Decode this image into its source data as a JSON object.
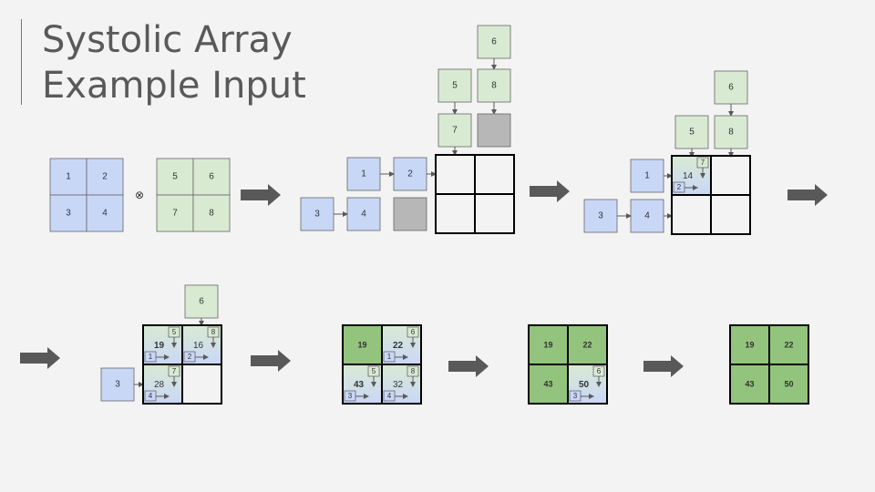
{
  "title_lines": [
    "Systolic Array",
    "Example Input"
  ],
  "colors": {
    "background": "#f3f3f3",
    "blue_box": "#c9d7f7",
    "green_box": "#d9ead3",
    "result_green": "#93c47d",
    "gray_box": "#b7b7b7",
    "partial_gradient_top": "#d9ead3",
    "partial_gradient_bottom": "#c9d7f7",
    "arrow": "#595959",
    "grid": "#000000"
  },
  "matrix_a": [
    "1",
    "2",
    "3",
    "4"
  ],
  "multiply_sign": "⊗",
  "matrix_b": [
    "5",
    "6",
    "7",
    "8"
  ],
  "step1": {
    "top_inputs": [
      "6",
      "5",
      "8",
      "7"
    ],
    "left_inputs": [
      "1",
      "2",
      "3",
      "4"
    ]
  },
  "step2": {
    "top_inputs": [
      "6",
      "5",
      "8"
    ],
    "left_inputs": [
      "1",
      "3",
      "4"
    ],
    "cell_value": "14",
    "cell_in_top": "7",
    "cell_in_left": "2"
  },
  "step3": {
    "top_input": "6",
    "left_input": "3",
    "cells": [
      {
        "value": "19",
        "top": "5",
        "left": "1"
      },
      {
        "value": "16",
        "top": "8",
        "left": "2"
      },
      {
        "value": "28",
        "top": "7",
        "left": "4"
      }
    ]
  },
  "step4": {
    "cells": [
      {
        "value": "19"
      },
      {
        "value": "22",
        "top": "6",
        "left": "1"
      },
      {
        "value": "43",
        "top": "5",
        "left": "3"
      },
      {
        "value": "32",
        "top": "8",
        "left": "4"
      }
    ]
  },
  "step5": {
    "cells": [
      {
        "value": "19"
      },
      {
        "value": "22"
      },
      {
        "value": "43"
      },
      {
        "value": "50",
        "top": "6",
        "left": "3"
      }
    ]
  },
  "result": [
    "19",
    "22",
    "43",
    "50"
  ]
}
